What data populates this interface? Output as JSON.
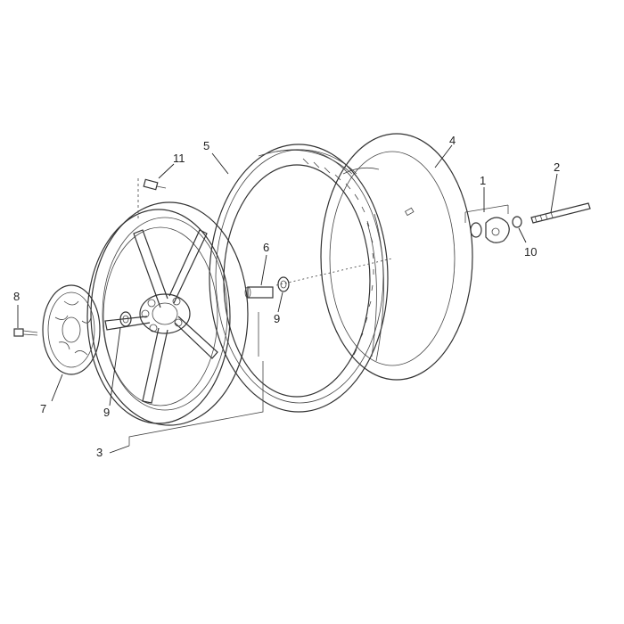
{
  "diagram": {
    "parts": [
      {
        "id": "1",
        "label": "1"
      },
      {
        "id": "2",
        "label": "2"
      },
      {
        "id": "3",
        "label": "3"
      },
      {
        "id": "4",
        "label": "4"
      },
      {
        "id": "5",
        "label": "5"
      },
      {
        "id": "6",
        "label": "6"
      },
      {
        "id": "7",
        "label": "7"
      },
      {
        "id": "8",
        "label": "8"
      },
      {
        "id": "9a",
        "label": "9"
      },
      {
        "id": "9b",
        "label": "9"
      },
      {
        "id": "10",
        "label": "10"
      },
      {
        "id": "11",
        "label": "11"
      }
    ]
  }
}
